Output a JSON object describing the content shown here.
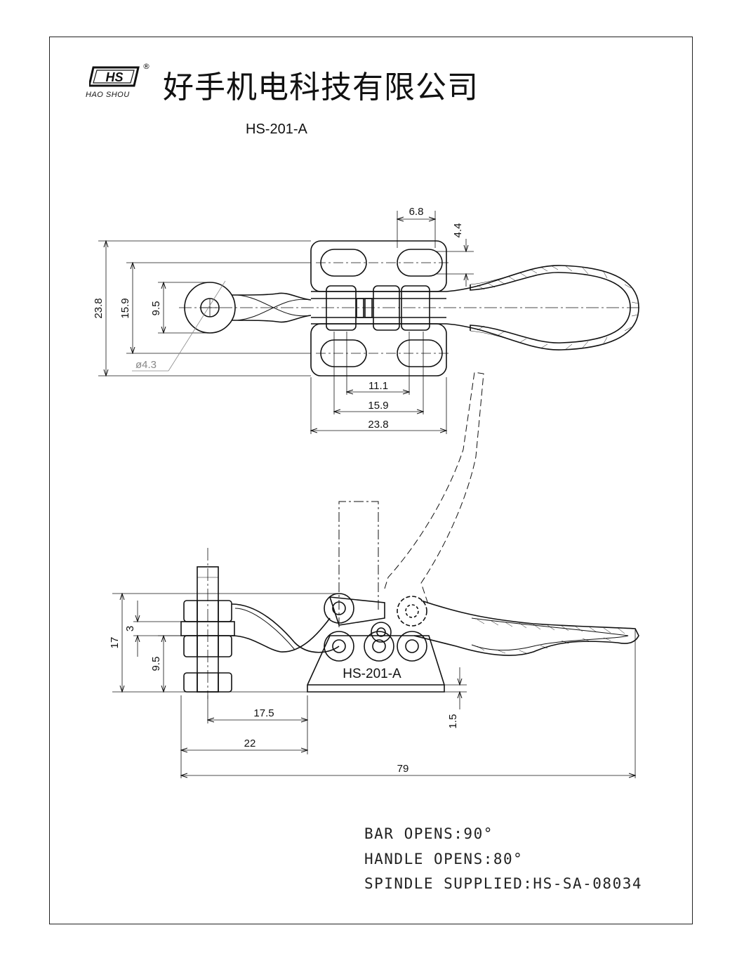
{
  "header": {
    "logo_mark": "HS",
    "logo_sub": "HAO SHOU",
    "company_name": "好手机电科技有限公司",
    "registered": "®"
  },
  "model_title": "HS-201-A",
  "top_view": {
    "dimensions": [
      "6.8",
      "4.4",
      "23.8",
      "15.9",
      "9.5",
      "ø4.3",
      "11.1",
      "15.9",
      "23.8"
    ]
  },
  "side_view": {
    "body_label": "HS-201-A",
    "dimensions": [
      "17",
      "3",
      "9.5",
      "17.5",
      "22",
      "1.5",
      "79"
    ]
  },
  "specs": [
    "BAR OPENS:90°",
    "HANDLE OPENS:80°",
    "SPINDLE SUPPLIED:HS-SA-08034"
  ]
}
